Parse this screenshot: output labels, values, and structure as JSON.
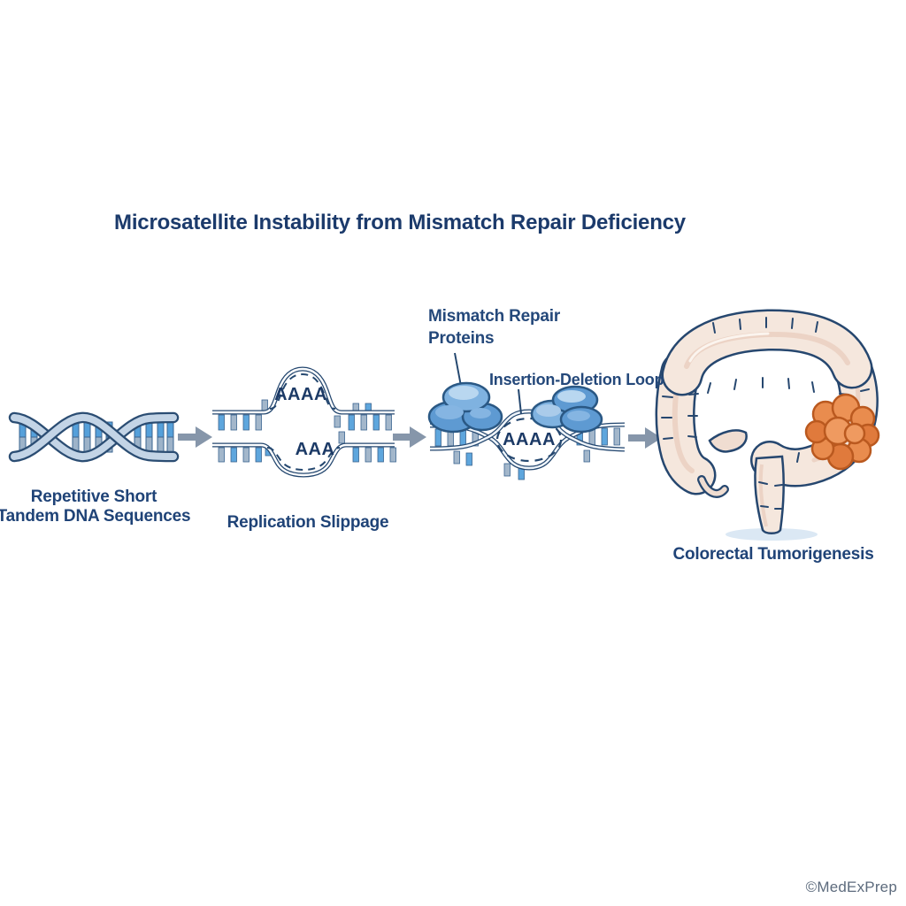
{
  "title": "Microsatellite Instability from Mismatch Repair Deficiency",
  "stages": {
    "dna": {
      "label_line1": "Repetitive Short",
      "label_line2": "Tandem DNA Sequences"
    },
    "slippage": {
      "label": "Replication Slippage",
      "top_loop_bases": "AAAA",
      "bottom_loop_bases": "AAA"
    },
    "repair": {
      "proteins_label_line1": "Mismatch Repair",
      "proteins_label_line2": "Proteins",
      "loop_label": "Insertion-Deletion Loop",
      "loop_bases": "AAAA"
    },
    "tumor": {
      "label": "Colorectal Tumorigenesis"
    }
  },
  "watermark": "©MedExPrep",
  "colors": {
    "title_text": "#1b3a6b",
    "label_text": "#1f4377",
    "dna_outline": "#2b4d73",
    "dna_strand_fill": "#c3d4e6",
    "rung_blue": "#55a0da",
    "rung_gray": "#9db3c9",
    "strand_line": "#24476f",
    "arrow_gray": "#8696aa",
    "protein_blue": "#5e9ad2",
    "protein_highlight": "#9cc4e8",
    "protein_outline": "#2a5884",
    "colon_fill": "#f5e7dd",
    "colon_shade": "#ecd3c5",
    "colon_outline": "#26476f",
    "tumor_orange": "#e8874a",
    "tumor_outline": "#ba591f",
    "shadow_blue": "#dbe8f4",
    "watermark_text": "#5d6b7d"
  }
}
